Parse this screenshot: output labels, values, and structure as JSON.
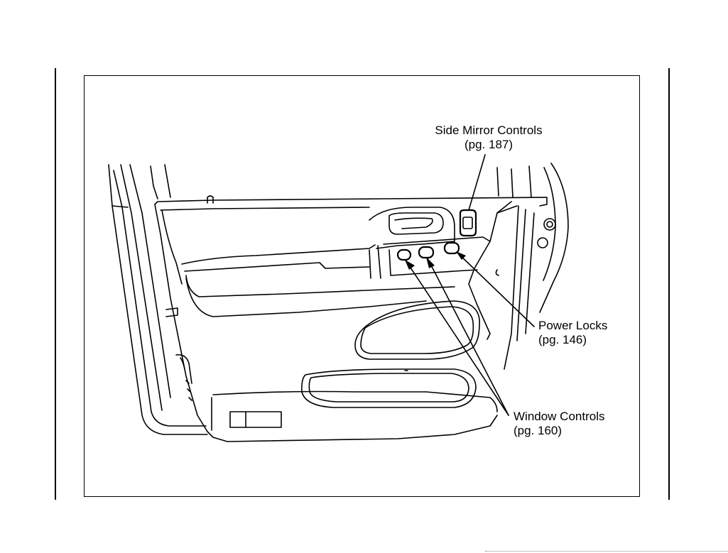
{
  "callouts": {
    "side_mirror": {
      "label": "Side Mirror Controls",
      "page": "(pg. 187)"
    },
    "power_locks": {
      "label": "Power Locks",
      "page": "(pg. 146)"
    },
    "window_controls": {
      "label": "Window Controls",
      "page": "(pg. 160)"
    }
  },
  "colors": {
    "line": "#000000",
    "background": "#ffffff"
  }
}
